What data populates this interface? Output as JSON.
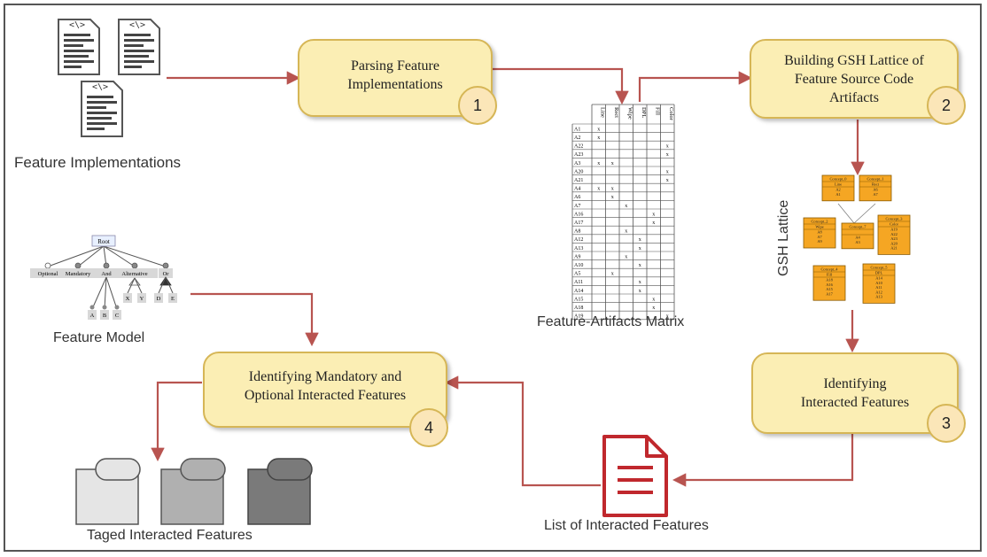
{
  "steps": [
    {
      "label": "Parsing Feature\nImplementations",
      "num": "1"
    },
    {
      "label": "Building GSH Lattice of\nFeature Source Code\nArtifacts",
      "num": "2"
    },
    {
      "label": "Identifying\nInteracted Features",
      "num": "3"
    },
    {
      "label": "Identifying Mandatory and\nOptional Interacted Features",
      "num": "4"
    }
  ],
  "labels": {
    "feature_implementations": "Feature Implementations",
    "feature_model": "Feature Model",
    "matrix": "Feature-Artifacts Matrix",
    "lattice": "GSH Lattice",
    "list": "List of Interacted Features",
    "tagged": "Taged Interacted Features"
  },
  "file_icon_text": "<\\>",
  "colors": {
    "process_fill": "#fbeeb4",
    "process_border": "#d6b656",
    "arrow": "#b85450",
    "lattice_node": "#f5a623",
    "document_red": "#c0282d"
  },
  "feature_model": {
    "root": "Root",
    "children": [
      "Optional",
      "Mandatory",
      "And",
      "Alternative",
      "Or"
    ],
    "leaves": [
      "A",
      "B",
      "C",
      "X",
      "Y",
      "D",
      "E"
    ]
  },
  "matrix": {
    "columns": [
      "Line",
      "Rect",
      "Wipe",
      "DPL",
      "Fill",
      "Color"
    ],
    "rows": [
      {
        "id": "A1",
        "marks": [
          0
        ]
      },
      {
        "id": "A2",
        "marks": [
          0
        ]
      },
      {
        "id": "A22",
        "marks": [
          5
        ]
      },
      {
        "id": "A23",
        "marks": [
          5
        ]
      },
      {
        "id": "A3",
        "marks": [
          0,
          1
        ]
      },
      {
        "id": "A20",
        "marks": [
          5
        ]
      },
      {
        "id": "A21",
        "marks": [
          5
        ]
      },
      {
        "id": "A4",
        "marks": [
          0,
          1
        ]
      },
      {
        "id": "A6",
        "marks": [
          1
        ]
      },
      {
        "id": "A7",
        "marks": [
          2
        ]
      },
      {
        "id": "A16",
        "marks": [
          4
        ]
      },
      {
        "id": "A17",
        "marks": [
          4
        ]
      },
      {
        "id": "A8",
        "marks": [
          2
        ]
      },
      {
        "id": "A12",
        "marks": [
          3
        ]
      },
      {
        "id": "A13",
        "marks": [
          3
        ]
      },
      {
        "id": "A9",
        "marks": [
          2
        ]
      },
      {
        "id": "A10",
        "marks": [
          3
        ]
      },
      {
        "id": "A5",
        "marks": [
          1
        ]
      },
      {
        "id": "A11",
        "marks": [
          3
        ]
      },
      {
        "id": "A14",
        "marks": [
          3
        ]
      },
      {
        "id": "A15",
        "marks": [
          4
        ]
      },
      {
        "id": "A18",
        "marks": [
          4
        ]
      },
      {
        "id": "A19",
        "marks": [
          5
        ]
      }
    ]
  },
  "lattice": {
    "nodes": [
      {
        "title": "Concept_0",
        "name": "Line",
        "items": [
          "A2",
          "A1"
        ]
      },
      {
        "title": "Concept_1",
        "name": "Rect",
        "items": [
          "A6",
          "A7"
        ]
      },
      {
        "title": "Concept_2",
        "name": "Wipe",
        "items": [
          "A8",
          "A7",
          "A9"
        ]
      },
      {
        "title": "Concept_7",
        "name": "",
        "items": [
          "A4",
          "A3"
        ]
      },
      {
        "title": "Concept_3",
        "name": "Color",
        "items": [
          "A19",
          "A22",
          "A23",
          "A20",
          "A21"
        ]
      },
      {
        "title": "Concept_4",
        "name": "Fill",
        "items": [
          "A18",
          "A16",
          "A15",
          "A17"
        ]
      },
      {
        "title": "Concept_5",
        "name": "DPL",
        "items": [
          "A14",
          "A10",
          "A11",
          "A12",
          "A13"
        ]
      }
    ]
  }
}
